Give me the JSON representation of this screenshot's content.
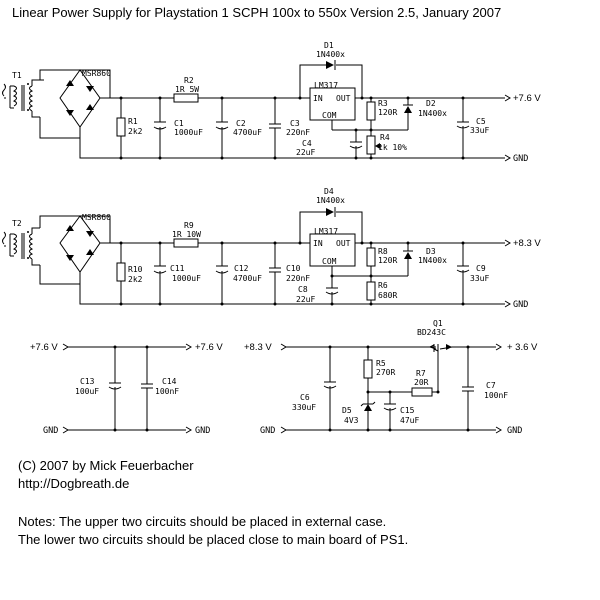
{
  "title": "Linear Power Supply for Playstation 1 SCPH 100x to 550x Version 2.5, January 2007",
  "circuit1": {
    "transformer": "T1",
    "rectifier": "MSR860",
    "r1": "R1",
    "r1_val": "2k2",
    "c1": "C1",
    "c1_val": "1000uF",
    "r2": "R2",
    "r2_val": "1R 5W",
    "c2": "C2",
    "c2_val": "4700uF",
    "c3": "C3",
    "c3_val": "220nF",
    "regulator": "LM317",
    "reg_in": "IN",
    "reg_out": "OUT",
    "reg_com": "COM",
    "d1": "D1",
    "d1_val": "1N400x",
    "r3": "R3",
    "r3_val": "120R",
    "d2": "D2",
    "d2_val": "1N400x",
    "c4": "C4",
    "c4_val": "22uF",
    "r4": "R4",
    "r4_val": "1k 10%",
    "c5": "C5",
    "c5_val": "33uF",
    "out_label": "+7.6 V",
    "gnd_label": "GND"
  },
  "circuit2": {
    "transformer": "T2",
    "rectifier": "MSR860",
    "r10": "R10",
    "r10_val": "2k2",
    "c11": "C11",
    "c11_val": "1000uF",
    "r9": "R9",
    "r9_val": "1R 10W",
    "c12": "C12",
    "c12_val": "4700uF",
    "c10": "C10",
    "c10_val": "220nF",
    "regulator": "LM317",
    "reg_in": "IN",
    "reg_out": "OUT",
    "reg_com": "COM",
    "d4": "D4",
    "d4_val": "1N400x",
    "r8": "R8",
    "r8_val": "120R",
    "d3": "D3",
    "d3_val": "1N400x",
    "c8": "C8",
    "c8_val": "22uF",
    "r6": "R6",
    "r6_val": "680R",
    "c9": "C9",
    "c9_val": "33uF",
    "out_label": "+8.3 V",
    "gnd_label": "GND"
  },
  "circuit3": {
    "in_label": "+7.6 V",
    "out_label": "+7.6 V",
    "c13": "C13",
    "c13_val": "100uF",
    "c14": "C14",
    "c14_val": "100nF",
    "gnd_in": "GND",
    "gnd_out": "GND"
  },
  "circuit4": {
    "in_label": "+8.3 V",
    "out_label": "+ 3.6 V",
    "q1": "Q1",
    "q1_val": "BD243C",
    "c6": "C6",
    "c6_val": "330uF",
    "r5": "R5",
    "r5_val": "270R",
    "r7": "R7",
    "r7_val": "20R",
    "d5": "D5",
    "d5_val": "4V3",
    "c15": "C15",
    "c15_val": "47uF",
    "c7": "C7",
    "c7_val": "100nF",
    "gnd_in": "GND",
    "gnd_out": "GND"
  },
  "footer": {
    "copyright": "(C) 2007 by Mick Feuerbacher",
    "url": "http://Dogbreath.de",
    "notes1": "Notes: The upper two circuits should be placed in external case.",
    "notes2": "The lower two circuits should be placed close to main board of PS1."
  }
}
